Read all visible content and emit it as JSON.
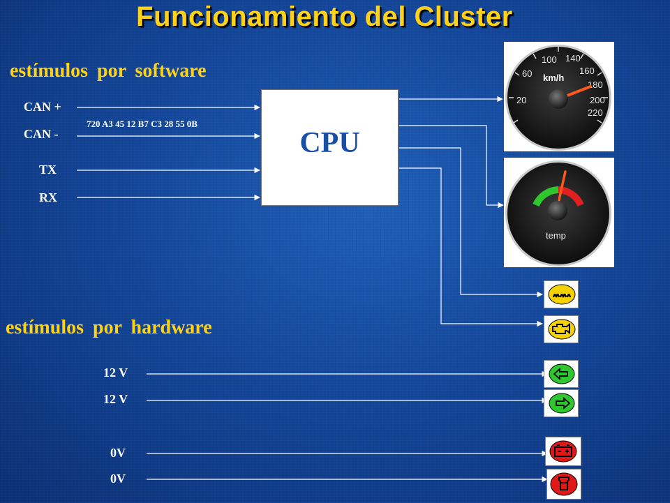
{
  "title": "Funcionamiento del Cluster",
  "software_heading": "estímulos  por software",
  "hardware_heading": "estímulos  por hardware",
  "cpu_label": "CPU",
  "can_message": "720 A3 45 12 B7 C3 28 55 0B",
  "software_inputs": [
    "CAN +",
    "CAN -",
    "TX",
    "RX"
  ],
  "hardware_inputs": [
    "12 V",
    "12 V",
    "0V",
    "0V"
  ],
  "speedometer": {
    "unit": "km/h",
    "ticks": [
      "20",
      "60",
      "100",
      "140",
      "160",
      "180",
      "200",
      "220"
    ]
  },
  "temp_gauge": {
    "label": "temp"
  },
  "indicator_lamps": [
    "glow-plug-icon",
    "check-engine-icon",
    "turn-left-icon",
    "turn-right-icon",
    "battery-icon",
    "oil-pressure-icon"
  ],
  "colors": {
    "title": "#ffd21a",
    "lamp_yellow": "#f5d200",
    "lamp_green": "#2ec82e",
    "lamp_red": "#e01818",
    "cpu_text": "#1a4fa8"
  }
}
